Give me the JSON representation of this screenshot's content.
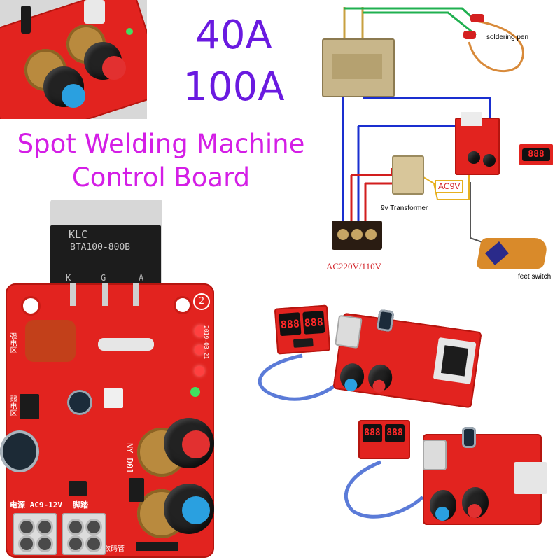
{
  "headline": {
    "amp_1": "40A",
    "amp_2": "100A",
    "title_line_1": "Spot Welding Machine",
    "title_line_2": "Control Board"
  },
  "wiring_diagram": {
    "soldering_pen_label": "soldering pen",
    "transformer_label": "9v Transformer",
    "ac9v_label": "AC9V",
    "ac_input_label": "AC220V/110V",
    "feet_switch_label": "feet switch",
    "display_digits": "888"
  },
  "main_board": {
    "triac_text_1": "KLC",
    "triac_text_2": "BTA100-800B",
    "triac_pins": [
      "K",
      "G",
      "A"
    ],
    "circle_number": "2",
    "label_strong": "强电区",
    "label_weak": "弱电区",
    "model": "NY-D01",
    "power_label": "电源 AC9-12V",
    "pedal_label": "脚踏",
    "display_port_label": "数码管",
    "date_label": "2019-03-21"
  },
  "colors": {
    "pcb_red": "#e2231f",
    "headline_purple": "#6a1ae0",
    "title_magenta": "#d41ee6",
    "wire_blue": "#1a2fd0",
    "wire_red": "#d21e1e",
    "wire_green": "#20b050",
    "knob_blue": "#2aa0e0",
    "knob_red": "#e23030"
  }
}
